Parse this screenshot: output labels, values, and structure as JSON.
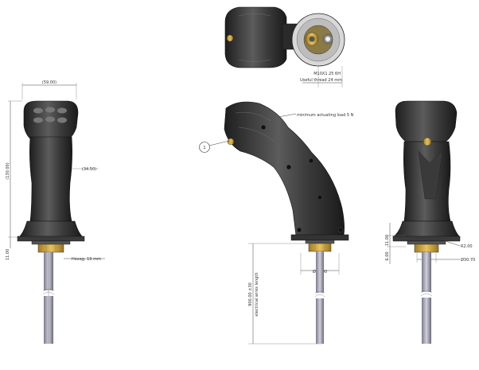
{
  "dimensions": {
    "top_width": "(59.00)",
    "left_height": "(130.00)",
    "grip_depth": "(34.50)",
    "left_base": "11.00",
    "hex_nut": "Hexag. 19 mm",
    "thread": "M10X1.25 6H",
    "thread_depth": "Useful thread 24 mm",
    "min_actuating_load": "minimum actuating load 5 N",
    "base_diameter": "Ø34.00",
    "cable_length": "900.00 ±30",
    "cable_length_note": "electrical wires length",
    "right_base_height": "11.00",
    "right_small": "6.00",
    "right_r_small": "R2.00",
    "right_diameter": "Ø30.70"
  },
  "callouts": {
    "balloon_1": "1"
  },
  "colors": {
    "body": "#2e2e2e",
    "body_highlight": "#5a5a5a",
    "brass": "#c9a23a",
    "wire": "#b8b8c4"
  }
}
